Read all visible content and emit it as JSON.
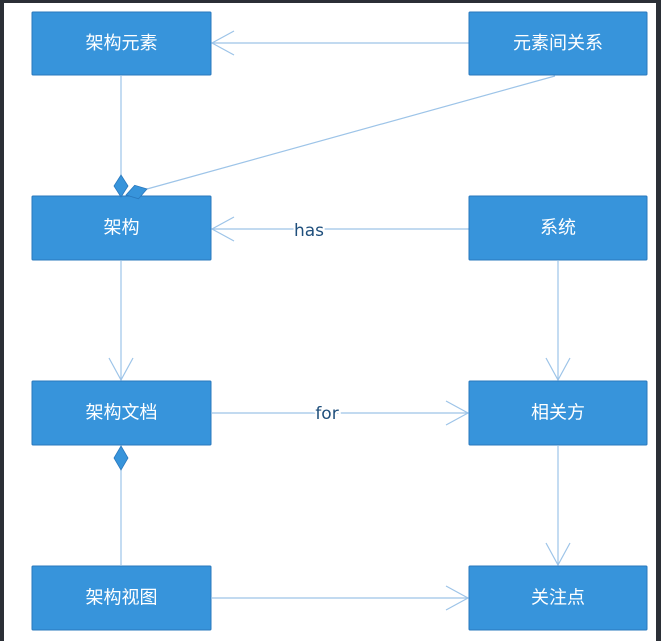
{
  "nodes": {
    "arch_element": "架构元素",
    "element_relation": "元素间关系",
    "architecture": "架构",
    "system": "系统",
    "arch_doc": "架构文档",
    "stakeholder": "相关方",
    "arch_view": "架构视图",
    "concern": "关注点"
  },
  "edge_labels": {
    "has": "has",
    "for": "for"
  },
  "colors": {
    "frame": "#2b2f36",
    "background": "#ffffff",
    "node_fill": "#3794db",
    "node_stroke": "#2a78bd",
    "node_text": "#ffffff",
    "edge": "#9dc4e8",
    "label": "#1f4f7c"
  }
}
